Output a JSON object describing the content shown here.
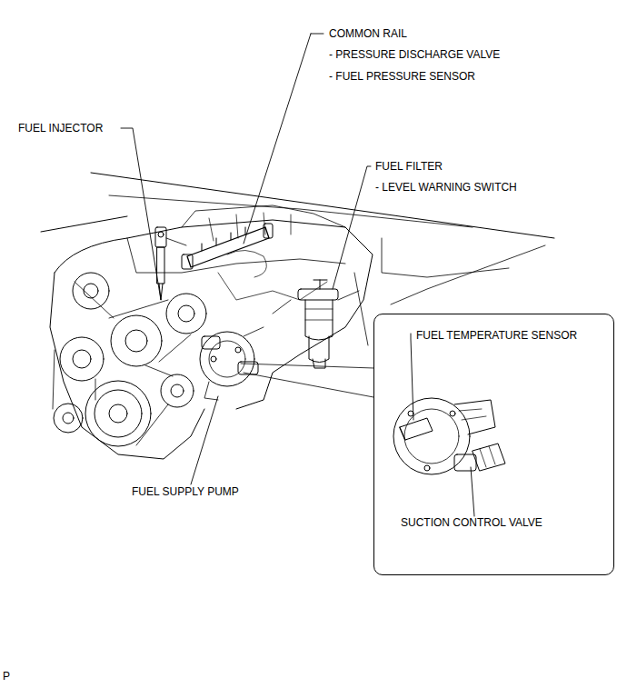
{
  "diagram": {
    "nodes": [
      {
        "text": [
          "FUEL TEMPERATURE SENSOR",
          "SUCTION CONTROL VALVE"
        ]
      }
    ],
    "labels": [
      "COMMON RAIL",
      "- PRESSURE DISCHARGE VALVE",
      "- FUEL PRESSURE SENSOR",
      "FUEL INJECTOR",
      "FUEL FILTER",
      "- LEVEL WARNING SWITCH",
      "FUEL SUPPLY PUMP",
      "P"
    ]
  }
}
